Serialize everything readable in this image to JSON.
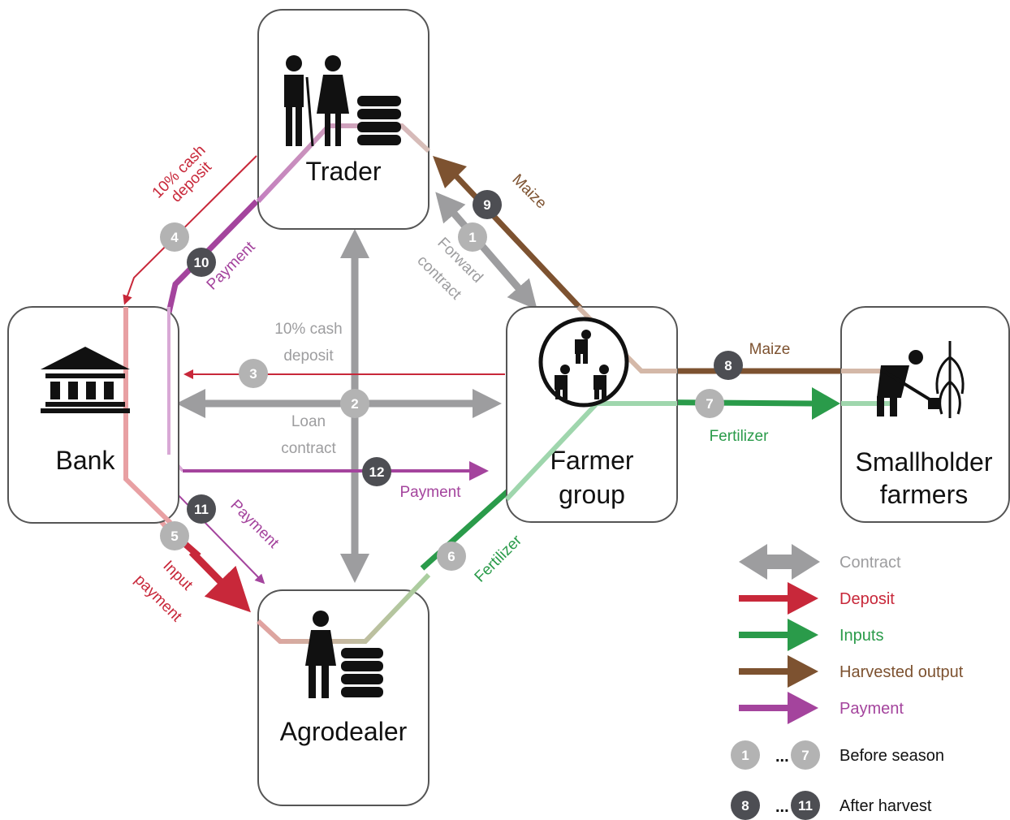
{
  "nodes": {
    "trader": "Trader",
    "bank": "Bank",
    "farmer_group_line1": "Farmer",
    "farmer_group_line2": "group",
    "smallholder_line1": "Smallholder",
    "smallholder_line2": "farmers",
    "agrodealer": "Agrodealer"
  },
  "labels": {
    "cash_deposit_diag_line1": "10% cash",
    "cash_deposit_diag_line2": "deposit",
    "cash_deposit_center_line1": "10% cash",
    "cash_deposit_center_line2": "deposit",
    "loan_contract_line1": "Loan",
    "loan_contract_line2": "contract",
    "forward_contract_line1": "Forward",
    "forward_contract_line2": "contract",
    "maize_trader": "Maize",
    "maize_farmers": "Maize",
    "payment_trader": "Payment",
    "payment_center": "Payment",
    "payment_agro": "Payment",
    "fertilizer_farmers": "Fertilizer",
    "fertilizer_agro": "Fertilizer",
    "input_payment_line1": "Input",
    "input_payment_line2": "payment"
  },
  "steps": [
    "1",
    "2",
    "3",
    "4",
    "5",
    "6",
    "7",
    "8",
    "9",
    "10",
    "11",
    "12"
  ],
  "legend": {
    "contract": "Contract",
    "deposit": "Deposit",
    "inputs": "Inputs",
    "harvested_output": "Harvested output",
    "payment": "Payment",
    "before_first": "1",
    "before_last": "7",
    "before_ellipsis": "...",
    "before_season": "Before season",
    "after_first": "8",
    "after_last": "11",
    "after_ellipsis": "...",
    "after_harvest": "After harvest"
  },
  "colors": {
    "contract": "#9d9d9f",
    "deposit": "#c8283a",
    "inputs": "#2a9b4a",
    "harvested_output": "#7d5230",
    "payment": "#a4449d",
    "before_season_badge": "#b3b3b3",
    "after_harvest_badge": "#4d4e53"
  }
}
